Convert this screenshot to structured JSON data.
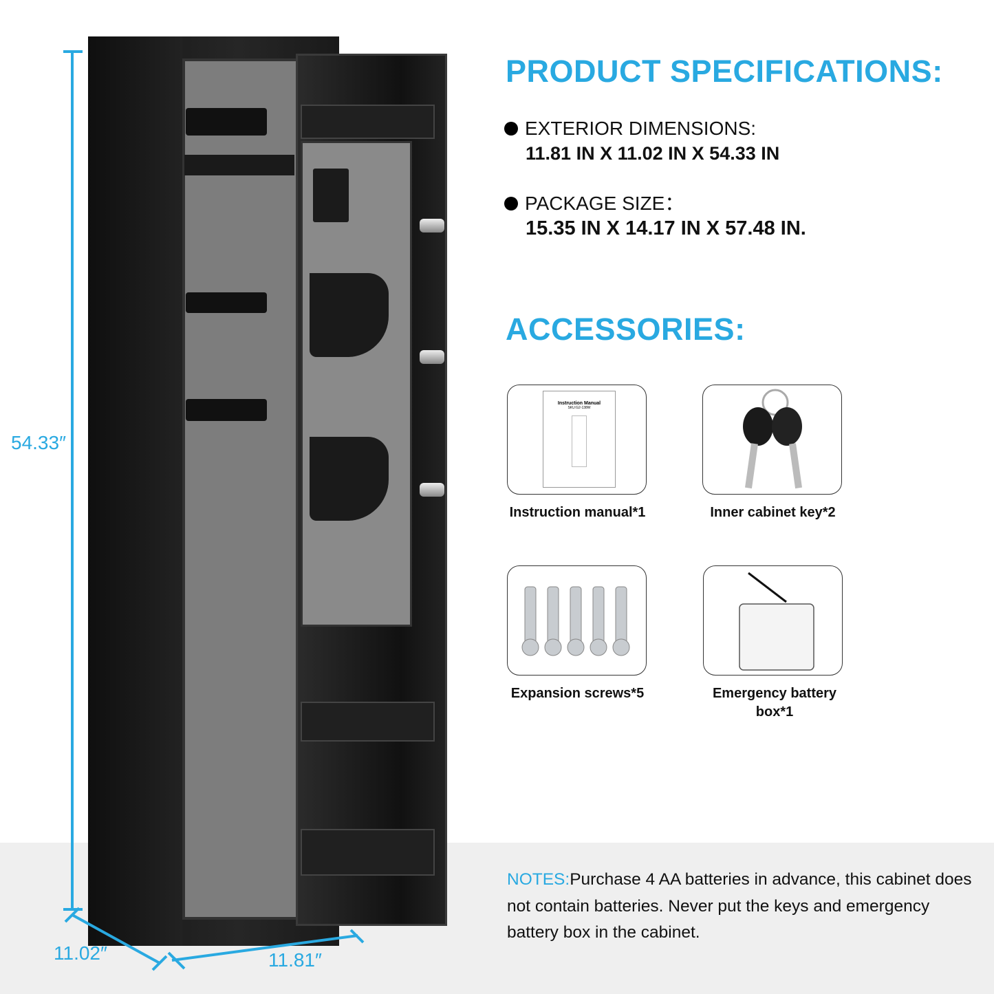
{
  "dimensions": {
    "height": "54.33″",
    "depth": "11.02″",
    "width": "11.81″"
  },
  "specs": {
    "title": "PRODUCT SPECIFICATIONS:",
    "items": [
      {
        "label": "EXTERIOR DIMENSIONS:",
        "value": "11.81 IN X 11.02 IN X 54.33 IN"
      },
      {
        "label": "PACKAGE SIZE：",
        "value": "15.35 IN X 14.17 IN X 57.48 IN."
      }
    ]
  },
  "accessories": {
    "title": "ACCESSORIES:",
    "items": [
      {
        "label": "Instruction manual*1",
        "icon": "manual-icon"
      },
      {
        "label": "Inner cabinet key*2",
        "icon": "key-icon"
      },
      {
        "label": "Expansion screws*5",
        "icon": "screw-icon"
      },
      {
        "label": "Emergency battery box*1",
        "icon": "battery-box-icon"
      }
    ],
    "manual": {
      "title": "Instruction Manual",
      "sku": "SKU:G2-138W"
    }
  },
  "notes": {
    "prefix": "NOTES:",
    "text": "Purchase 4 AA batteries in advance, this cabinet does not contain batteries. Never put the keys and emergency battery box in the cabinet."
  },
  "colors": {
    "accent": "#29a9e1",
    "cabinet": "#1c1c1c",
    "felt": "#7d7d7d"
  }
}
